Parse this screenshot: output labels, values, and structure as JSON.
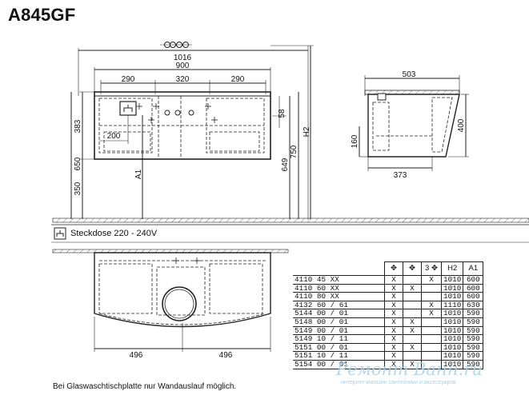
{
  "title": "A845GF",
  "dimensions": {
    "width_1016": "1016",
    "width_900": "900",
    "seg_left": "290",
    "seg_mid": "320",
    "seg_right": "290",
    "drawer_200": "200",
    "h_383": "383",
    "h_650": "650",
    "h_350": "350",
    "h_58": "58",
    "h_649": "649",
    "h_750": "750",
    "label_a1": "A1",
    "label_h2": "H2",
    "side_503": "503",
    "side_400": "400",
    "side_160": "160",
    "side_373": "373",
    "plan_496_left": "496",
    "plan_496_right": "496"
  },
  "legend": {
    "label": "Steckdose 220 - 240V"
  },
  "table": {
    "headers": [
      "",
      "✥",
      "✥",
      "3 ✥",
      "H2",
      "A1"
    ],
    "rows": [
      [
        "4110 45 XX",
        "X",
        "",
        "X",
        "1010",
        "600"
      ],
      [
        "4110 60 XX",
        "X",
        "X",
        "",
        "1010",
        "600"
      ],
      [
        "4110 80 XX",
        "X",
        "",
        "",
        "1010",
        "600"
      ],
      [
        "4132 60 / 61",
        "X",
        "",
        "X",
        "1110",
        "630"
      ],
      [
        "5144 00 / 01",
        "X",
        "",
        "X",
        "1010",
        "590"
      ],
      [
        "5148 00 / 01",
        "X",
        "X",
        "",
        "1010",
        "590"
      ],
      [
        "5149 00 / 01",
        "X",
        "X",
        "",
        "1010",
        "590"
      ],
      [
        "5149 10 / 11",
        "X",
        "",
        "",
        "1010",
        "590"
      ],
      [
        "5151 00 / 01",
        "X",
        "X",
        "",
        "1010",
        "590"
      ],
      [
        "5151 10 / 11",
        "X",
        "",
        "",
        "1010",
        "590"
      ],
      [
        "5154 00 / 01",
        "X",
        "X",
        "",
        "1010",
        "590"
      ]
    ]
  },
  "footnote": "Bei Glaswaschtischplatte nur Wandauslauf möglich.",
  "watermark": {
    "brand": "Ремонт Ванн.ru",
    "tagline": "интернет-магазин сантехники и аксессуаров"
  }
}
